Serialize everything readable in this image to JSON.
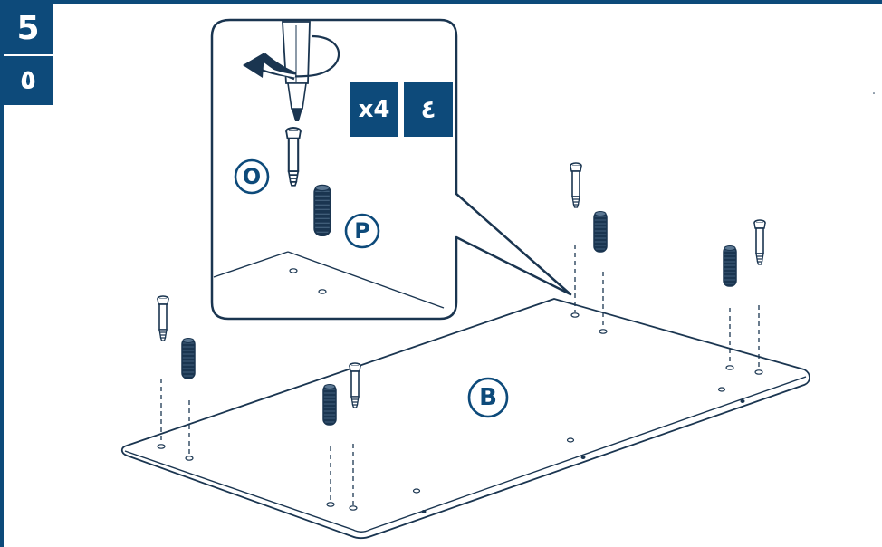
{
  "step": {
    "number": "5",
    "number_arabic": "٥"
  },
  "quantity": {
    "count_label": "x4",
    "count_arabic": "٤"
  },
  "parts": {
    "o_label": "O",
    "p_label": "P",
    "board_label": "B"
  },
  "colors": {
    "accent": "#0d4a7a",
    "line": "#1a3550",
    "background": "#ffffff"
  },
  "icons": [
    "screwdriver-icon",
    "rotation-arrow-icon",
    "cam-bolt-icon",
    "wooden-dowel-icon",
    "panel-board-icon"
  ]
}
